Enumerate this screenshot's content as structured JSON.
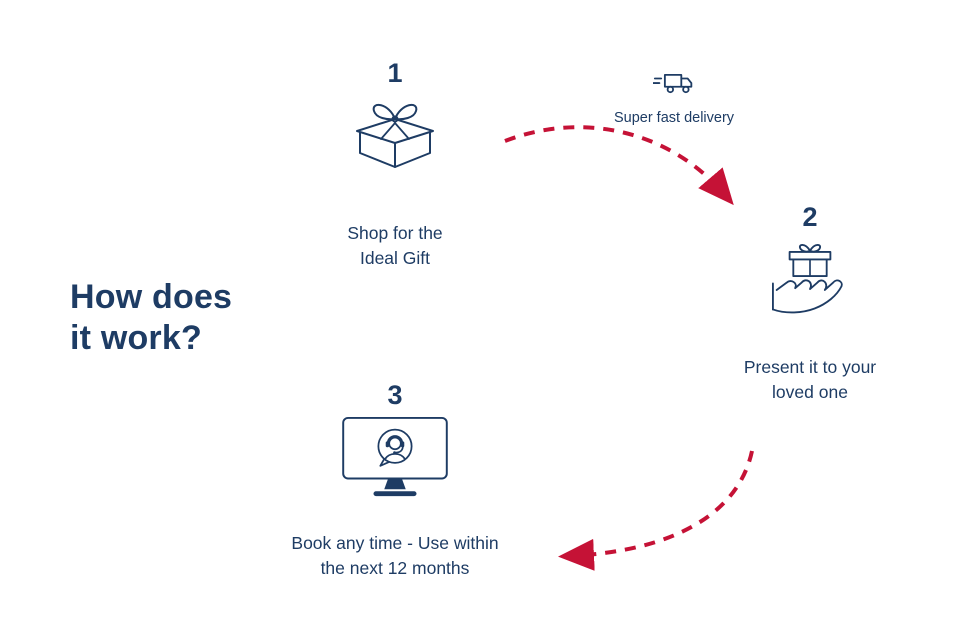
{
  "colors": {
    "navy": "#1e3c64",
    "red": "#c51236",
    "background": "#ffffff"
  },
  "title": {
    "lines": [
      "How does",
      "it work?"
    ]
  },
  "delivery": {
    "label": "Super fast delivery",
    "icon": "delivery-truck-icon"
  },
  "steps": [
    {
      "number": "1",
      "icon": "gift-box-icon",
      "label_lines": [
        "Shop for the",
        "Ideal Gift"
      ]
    },
    {
      "number": "2",
      "icon": "hand-gift-icon",
      "label_lines": [
        "Present it to your",
        "loved one"
      ]
    },
    {
      "number": "3",
      "icon": "support-monitor-icon",
      "label_lines": [
        "Book any time - Use within",
        "the next 12 months"
      ]
    }
  ],
  "arrows": [
    {
      "name": "step1-to-step2",
      "style": "dashed"
    },
    {
      "name": "step2-to-step3",
      "style": "dashed"
    }
  ]
}
